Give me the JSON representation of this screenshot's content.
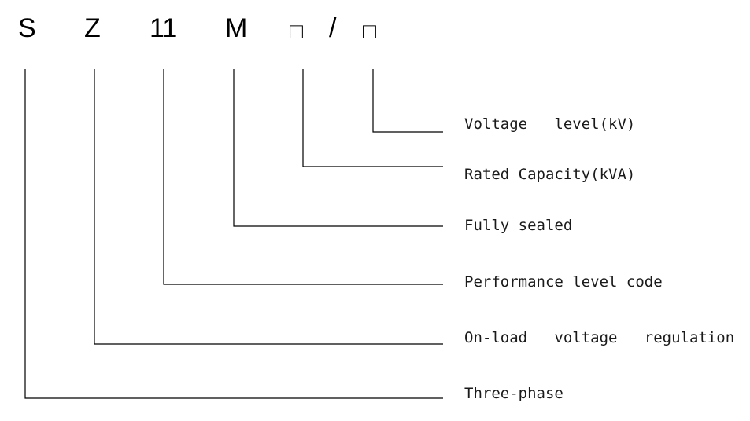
{
  "code": {
    "s": "S",
    "z": "Z",
    "num": "11",
    "m": "M",
    "box1": "□",
    "slash": "/",
    "box2": "□"
  },
  "labels": {
    "voltage_level": "Voltage   level(kV)",
    "rated_capacity": "Rated Capacity(kVA)",
    "fully_sealed": "Fully sealed",
    "performance": "Performance level code",
    "onload": "On-load   voltage   regulation",
    "three_phase": "Three-phase"
  },
  "colors": {
    "line": "#000000",
    "text": "#1a1a1a"
  }
}
